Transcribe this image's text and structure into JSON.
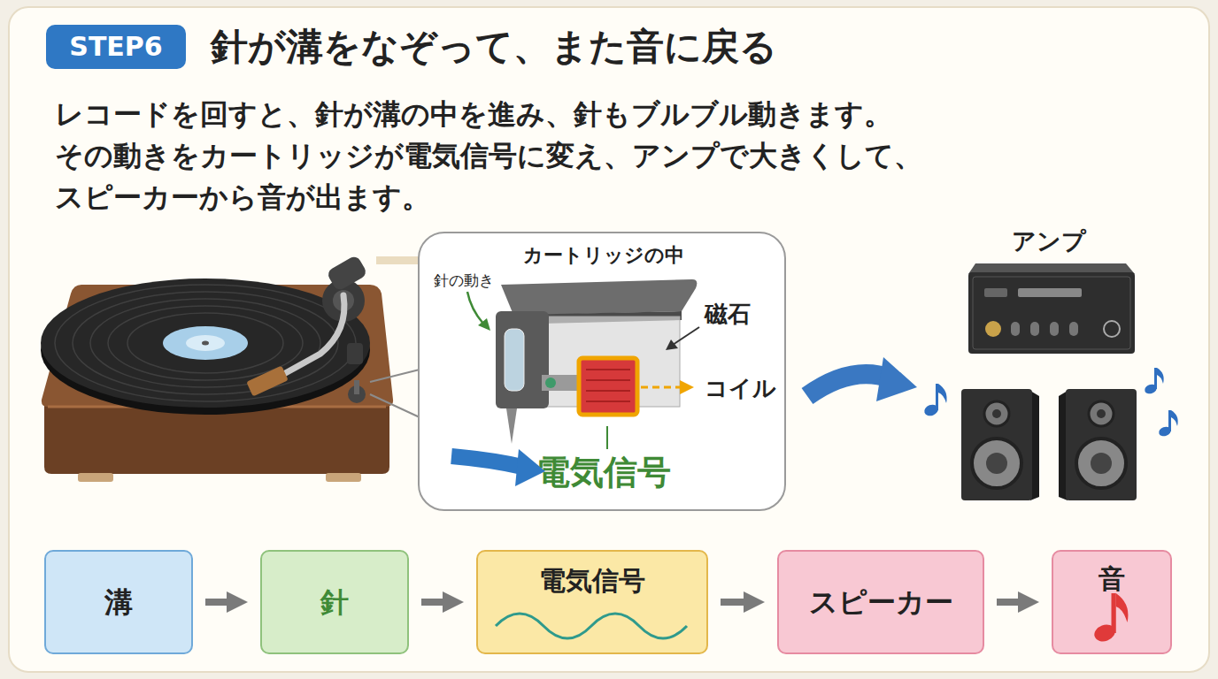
{
  "diagram": {
    "title": "針が溝をなぞって、また音に戻る",
    "nodes": [
      {
        "text": [
          "STEP6"
        ]
      },
      {
        "text": [
          "カートリッジの中",
          "針の動き",
          "磁石",
          "コイル",
          "電気信号"
        ]
      },
      {
        "text": [
          "溝"
        ]
      },
      {
        "text": [
          "針"
        ]
      },
      {
        "text": [
          "電気信号"
        ]
      },
      {
        "text": [
          "スピーカー"
        ]
      },
      {
        "text": [
          "音"
        ]
      }
    ],
    "edges": [
      {
        "from": 2,
        "to": 3,
        "arrow": "to"
      },
      {
        "from": 3,
        "to": 4,
        "arrow": "to"
      },
      {
        "from": 4,
        "to": 5,
        "arrow": "to"
      },
      {
        "from": 5,
        "to": 6,
        "arrow": "to"
      }
    ],
    "labels": [
      "レコードを回すと、針が溝の中を進み、針もブルブル動きます。 その動きをカートリッジが電気信号に変え、アンプで大きくして、 スピーカーから音が出ます。",
      "アンプ"
    ]
  }
}
